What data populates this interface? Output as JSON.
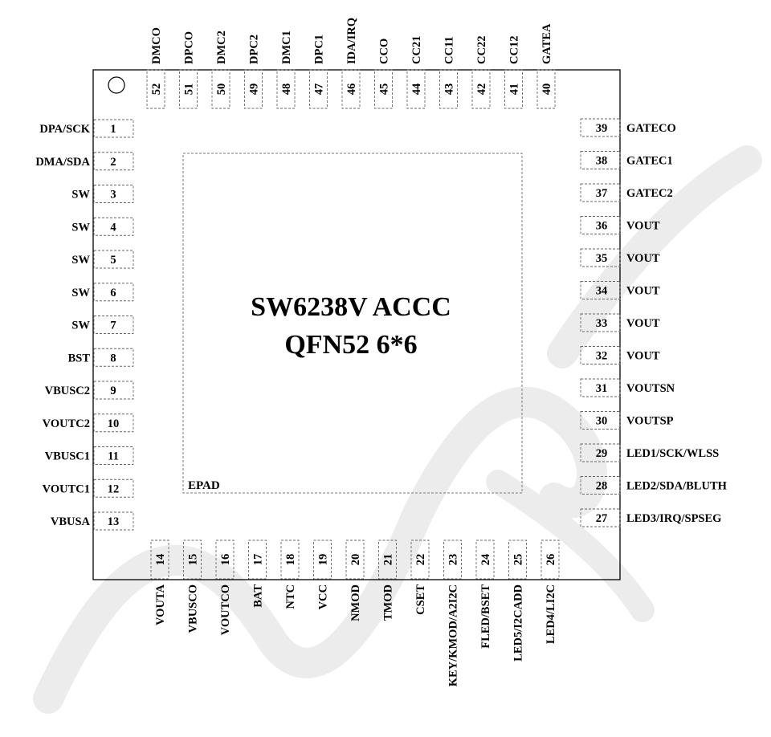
{
  "chip": {
    "title_line1": "SW6238V ACCC",
    "title_line2": "QFN52 6*6",
    "epad_label": "EPAD"
  },
  "pins": {
    "left": [
      {
        "num": "1",
        "name": "DPA/SCK"
      },
      {
        "num": "2",
        "name": "DMA/SDA"
      },
      {
        "num": "3",
        "name": "SW"
      },
      {
        "num": "4",
        "name": "SW"
      },
      {
        "num": "5",
        "name": "SW"
      },
      {
        "num": "6",
        "name": "SW"
      },
      {
        "num": "7",
        "name": "SW"
      },
      {
        "num": "8",
        "name": "BST"
      },
      {
        "num": "9",
        "name": "VBUSC2"
      },
      {
        "num": "10",
        "name": "VOUTC2"
      },
      {
        "num": "11",
        "name": "VBUSC1"
      },
      {
        "num": "12",
        "name": "VOUTC1"
      },
      {
        "num": "13",
        "name": "VBUSA"
      }
    ],
    "bottom": [
      {
        "num": "14",
        "name": "VOUTA"
      },
      {
        "num": "15",
        "name": "VBUSCO"
      },
      {
        "num": "16",
        "name": "VOUTCO"
      },
      {
        "num": "17",
        "name": "BAT"
      },
      {
        "num": "18",
        "name": "NTC"
      },
      {
        "num": "19",
        "name": "VCC"
      },
      {
        "num": "20",
        "name": "NMOD"
      },
      {
        "num": "21",
        "name": "TMOD"
      },
      {
        "num": "22",
        "name": "CSET"
      },
      {
        "num": "23",
        "name": "KEY/KMOD/A2I2C"
      },
      {
        "num": "24",
        "name": "FLED/BSET"
      },
      {
        "num": "25",
        "name": "LED5/I2CADD"
      },
      {
        "num": "26",
        "name": "LED4/LI2C"
      }
    ],
    "right": [
      {
        "num": "27",
        "name": "LED3/IRQ/SPSEG"
      },
      {
        "num": "28",
        "name": "LED2/SDA/BLUTH"
      },
      {
        "num": "29",
        "name": "LED1/SCK/WLSS"
      },
      {
        "num": "30",
        "name": "VOUTSP"
      },
      {
        "num": "31",
        "name": "VOUTSN"
      },
      {
        "num": "32",
        "name": "VOUT"
      },
      {
        "num": "33",
        "name": "VOUT"
      },
      {
        "num": "34",
        "name": "VOUT"
      },
      {
        "num": "35",
        "name": "VOUT"
      },
      {
        "num": "36",
        "name": "VOUT"
      },
      {
        "num": "37",
        "name": "GATEC2"
      },
      {
        "num": "38",
        "name": "GATEC1"
      },
      {
        "num": "39",
        "name": "GATECO"
      }
    ],
    "top": [
      {
        "num": "40",
        "name": "GATEA"
      },
      {
        "num": "41",
        "name": "CC12"
      },
      {
        "num": "42",
        "name": "CC22"
      },
      {
        "num": "43",
        "name": "CC11"
      },
      {
        "num": "44",
        "name": "CC21"
      },
      {
        "num": "45",
        "name": "CCO"
      },
      {
        "num": "46",
        "name": "IDA/IRQ"
      },
      {
        "num": "47",
        "name": "DPC1"
      },
      {
        "num": "48",
        "name": "DMC1"
      },
      {
        "num": "49",
        "name": "DPC2"
      },
      {
        "num": "50",
        "name": "DMC2"
      },
      {
        "num": "51",
        "name": "DPCO"
      },
      {
        "num": "52",
        "name": "DMCO"
      }
    ]
  }
}
